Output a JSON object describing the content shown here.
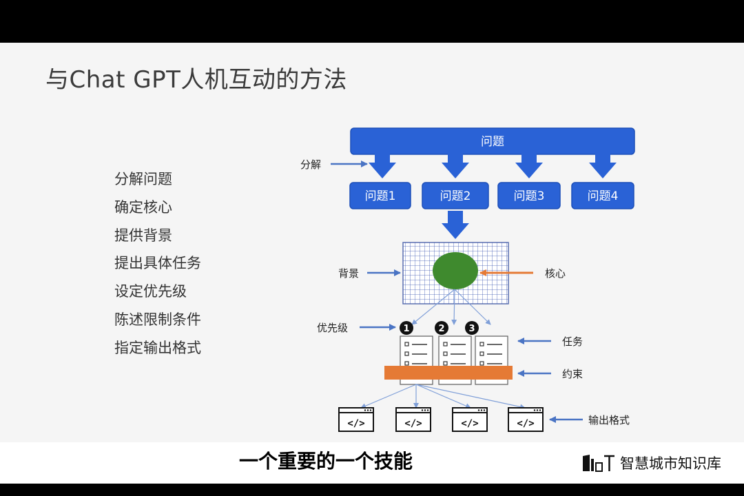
{
  "slide": {
    "title": "与Chat GPT人机互动的方法",
    "steps": [
      "分解问题",
      "确定核心",
      "提供背景",
      "提出具体任务",
      "设定优先级",
      "陈述限制条件",
      "指定输出格式"
    ]
  },
  "diagram": {
    "top_box": "问题",
    "sub_boxes": [
      "问题1",
      "问题2",
      "问题3",
      "问题4"
    ],
    "labels": {
      "decompose": "分解",
      "background": "背景",
      "core": "核心",
      "priority": "优先级",
      "task": "任务",
      "constraint": "约束",
      "output_format": "输出格式"
    },
    "priority_numbers": [
      "1",
      "2",
      "3"
    ],
    "code_symbol": "</>"
  },
  "caption": {
    "subtitle": "一个重要的一个技能"
  },
  "watermark": {
    "text": "智慧城市知识库"
  },
  "colors": {
    "blue": "#2a62d6",
    "arrow_blue": "#4a74c4",
    "green": "#3f8a2e",
    "orange": "#e57a35"
  }
}
